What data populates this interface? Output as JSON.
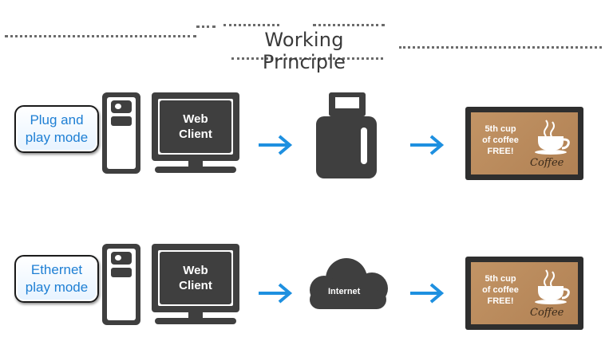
{
  "header": {
    "title": "Working Principle"
  },
  "rows": [
    {
      "mode_label": "Plug and\nplay mode",
      "client_label": "Web\nClient",
      "medium": "usb-drive-icon",
      "display": {
        "promo_text": "5th cup\nof coffee\nFREE!",
        "brand": "Coffee"
      }
    },
    {
      "mode_label": "Ethernet\nplay mode",
      "client_label": "Web\nClient",
      "medium": "cloud-icon",
      "medium_label": "Internet",
      "display": {
        "promo_text": "5th cup\nof coffee\nFREE!",
        "brand": "Coffee"
      }
    }
  ],
  "colors": {
    "arrow": "#1e90e0",
    "device": "#3f3f3f",
    "mode_text": "#1e7fd4",
    "ad_bg": "#b8895a"
  }
}
